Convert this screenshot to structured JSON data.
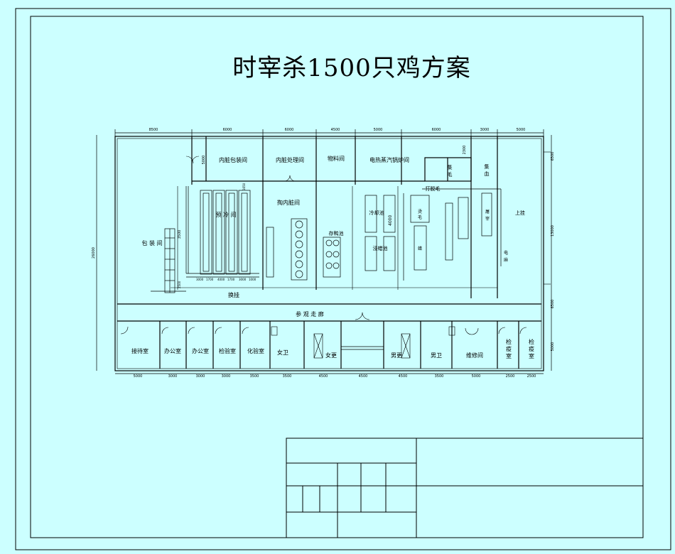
{
  "title": "时宰杀1500只鸡方案",
  "dims_top": [
    "8500",
    "6000",
    "6000",
    "4500",
    "5000",
    "6000",
    "3000",
    "5000"
  ],
  "dims_bottom": [
    "5000",
    "3000",
    "3000",
    "3000",
    "3500",
    "3500",
    "4500",
    "4500",
    "4500",
    "3500",
    "5000",
    "2500",
    "2500"
  ],
  "dims_side": {
    "left": "26000",
    "right_top": "6500",
    "right_mid": "13000",
    "right_lower": "6500",
    "right_bottom": "5000",
    "inner_left": "5000",
    "inner_mid": "3500",
    "feather_h": "2300"
  },
  "rooms": {
    "organ_pack": "内脏包装间",
    "organ_proc": "内脏处理间",
    "material": "物料间",
    "boiler": "电热蒸汽锅炉间",
    "feather_a": "集",
    "feather_b": "毛",
    "blood_a": "集",
    "blood_b": "血",
    "evisc": "掏内脏间",
    "packing": "包 装 间",
    "precool": "预 冷 间",
    "store_duck": "存鸭池",
    "cool_tank": "冷却池",
    "wax_tank": "浸蜡池",
    "plucking": "打脱毛",
    "scald_a": "烫",
    "scald_b": "毛",
    "wax": "蜡",
    "kill_a": "屠",
    "kill_b": "宰",
    "hang": "上挂",
    "elec_a": "电",
    "elec_b": "麻",
    "hook_change": "换挂",
    "corridor": "参 观 走 廊",
    "reception": "接待室",
    "office1": "办公室",
    "office2": "办公室",
    "inspect": "检验室",
    "chem": "化验室",
    "ladies_wc": "女卫",
    "ladies_change": "女更",
    "mens_change": "男更",
    "mens_wc": "男卫",
    "repair": "维修间",
    "quarantine1_a": "检",
    "quarantine1_b": "疫",
    "quarantine1_c": "室",
    "quarantine2_a": "检",
    "quarantine2_b": "疫",
    "quarantine2_c": "室",
    "tank_len": "4000",
    "precool_len": "1650",
    "conveyor_len": "2500",
    "precool_dims": [
      "3000",
      "1700",
      "4000",
      "1700",
      "3000",
      "1000"
    ]
  }
}
